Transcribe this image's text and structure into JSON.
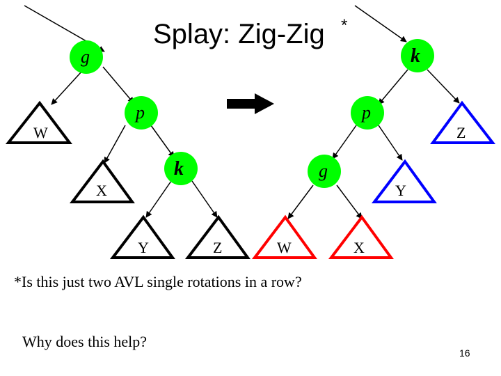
{
  "slide": {
    "title": "Splay: Zig-Zig",
    "title_marker": "*",
    "note": "*Is this just two AVL single rotations in a row?",
    "question": "Why does this help?",
    "page_number": "16"
  },
  "before_tree": {
    "nodes": {
      "g": "g",
      "p": "p",
      "k": "k"
    },
    "subtrees": {
      "W": "W",
      "X": "X",
      "Y": "Y",
      "Z": "Z"
    }
  },
  "after_tree": {
    "nodes": {
      "k": "k",
      "p": "p",
      "g": "g"
    },
    "subtrees": {
      "Z": "Z",
      "Y": "Y",
      "W": "W",
      "X": "X"
    }
  },
  "colors": {
    "highlight_node": "#00ff00",
    "before_triangle": "#000000",
    "after_triangle_blue": "#0000ff",
    "after_triangle_red": "#ff0000",
    "arrow": "#000000"
  }
}
